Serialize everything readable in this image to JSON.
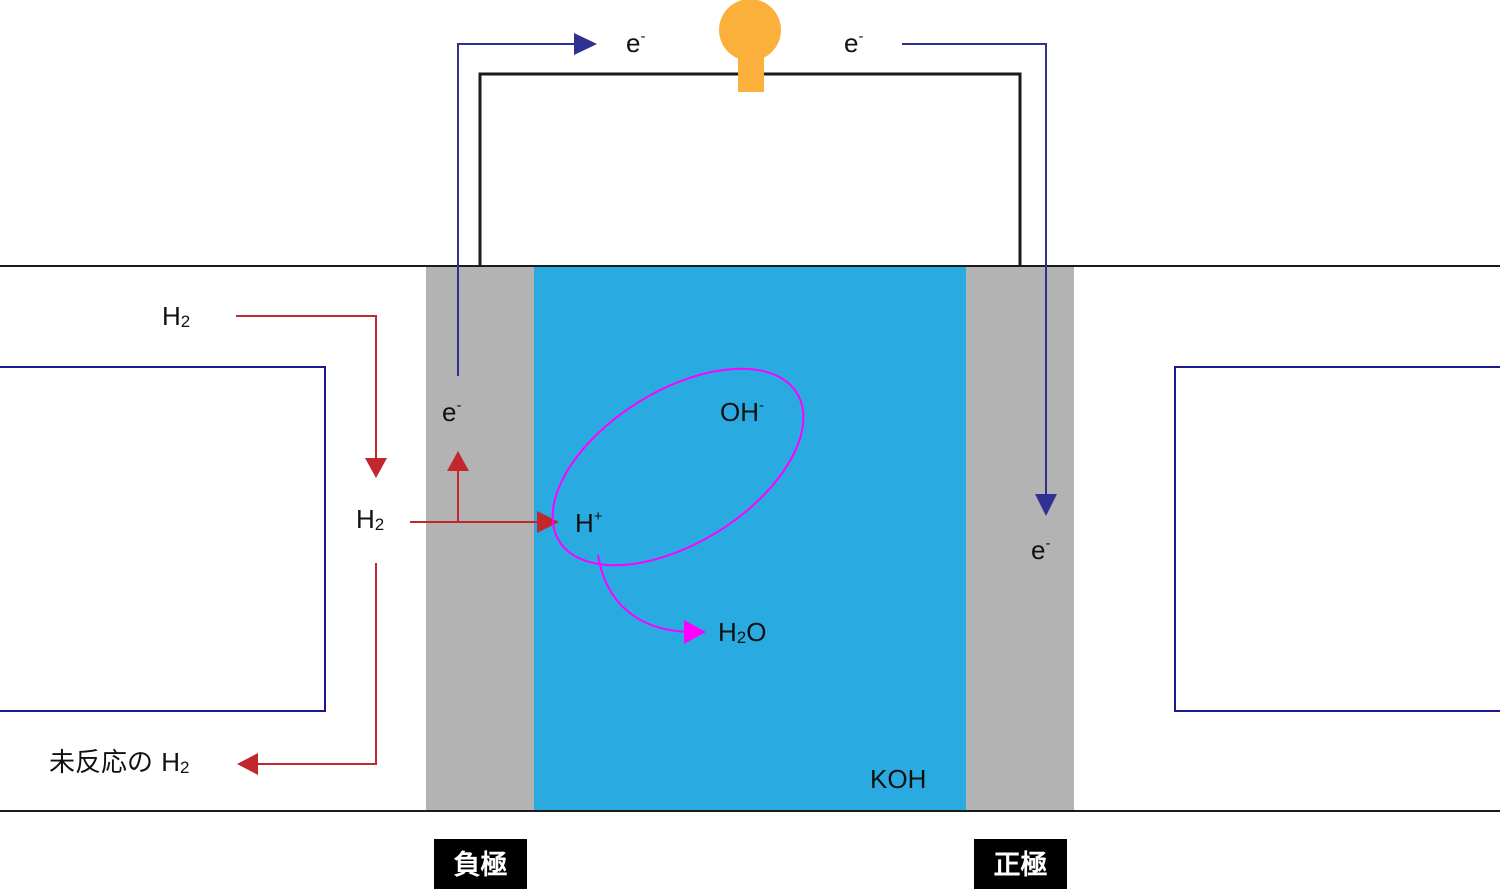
{
  "labels": {
    "electron_base": "e",
    "electron_sup": "-",
    "h2_base": "H",
    "h2_sub": "2",
    "unreacted_prefix": "未反応の ",
    "oh_base": "OH",
    "oh_sup": "-",
    "h_base": "H",
    "h_sup": "+",
    "water_pre": "H",
    "water_sub": "2",
    "water_post": "O",
    "electrolyte": "KOH",
    "anode": "負極",
    "cathode": "正極"
  },
  "colors": {
    "electrode": "#b3b3b3",
    "electrolyte": "#29abe2",
    "electron_flow": "#2e3192",
    "hydrogen_flow": "#c1272d",
    "ion_flow": "#ff00ff",
    "bulb": "#fbb03b",
    "gas_chamber": "#1a1a8c",
    "wire": "#1a1a1a",
    "tag_bg": "#000000"
  },
  "icons": {
    "bulb": "light-bulb-icon"
  }
}
